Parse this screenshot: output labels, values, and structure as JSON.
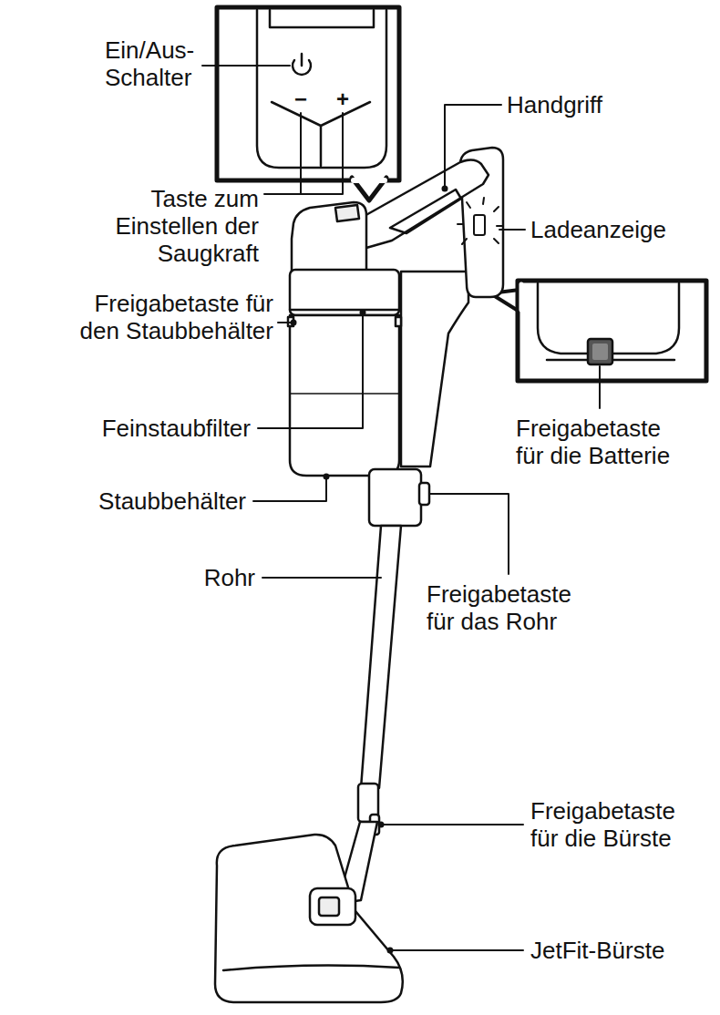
{
  "diagram": {
    "labels": [
      "Ein/Aus- Schalter",
      "−",
      "+",
      "Handgriff",
      "Taste zum Einstellen der Saugkraft",
      "Ladeanzeige",
      "Freigabetaste für den Staubbehälter",
      "Feinstaubfilter",
      "Freigabetaste für die Batterie",
      "Staubbehälter",
      "Rohr",
      "Freigabetaste für das Rohr",
      "Freigabetaste für die Bürste",
      "JetFit-Bürste"
    ]
  }
}
